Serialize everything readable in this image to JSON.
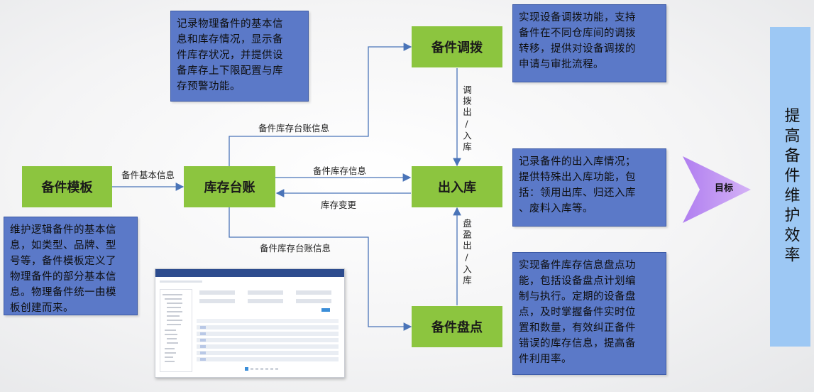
{
  "boxes": {
    "template": "备件模板",
    "ledger": "库存台账",
    "transfer": "备件调拨",
    "inout": "出入库",
    "count": "备件盘点"
  },
  "edges": {
    "template_to_ledger": "备件基本信息",
    "ledger_to_transfer": "备件库存台账信息",
    "ledger_to_inout": "备件库存信息",
    "inout_to_ledger": "库存变更",
    "ledger_to_count": "备件库存台账信息",
    "transfer_to_inout": "调拨出/入库",
    "count_to_inout": "盘盈出/入库"
  },
  "notes": {
    "ledger": [
      "记录物理备件的基本信",
      "息和库存情况，显示备",
      "件库存状况，并提供设",
      "备库存上下限配置与库",
      "存预警功能。"
    ],
    "transfer": [
      "实现设备调拨功能，支持",
      "备件在不同仓库间的调拨",
      "转移，提供对设备调拨的",
      "申请与审批流程。"
    ],
    "inout": [
      "记录备件的出入库情况；",
      "提供特殊出入库功能，包",
      "括：领用出库、归还入库",
      "、废料入库等。"
    ],
    "count": [
      "实现备件库存信息盘点功",
      "能，包括设备盘点计划编",
      "制与执行。定期的设备盘",
      "点，及时掌握备件实时位",
      "置和数量，有效纠正备件",
      "错误的库存信息，提高备",
      "件利用率。"
    ],
    "template": [
      "维护逻辑备件的基本信",
      "息，如类型、品牌、型",
      "号等，备件模板定义了",
      "物理备件的部分基本信",
      "息。物理备件统一由模",
      "板创建而来。"
    ]
  },
  "goal": {
    "arrow_label": "目标",
    "text": "提高备件维护效率"
  },
  "colors": {
    "green_box": "#8cc53f",
    "note_blue": "#5b79c8",
    "goal_panel": "#9dc8f4",
    "goal_arrow": "#c39af2",
    "line": "#4a74b8"
  },
  "icons": {
    "screenshot": "inventory-app-screenshot-thumbnail"
  }
}
